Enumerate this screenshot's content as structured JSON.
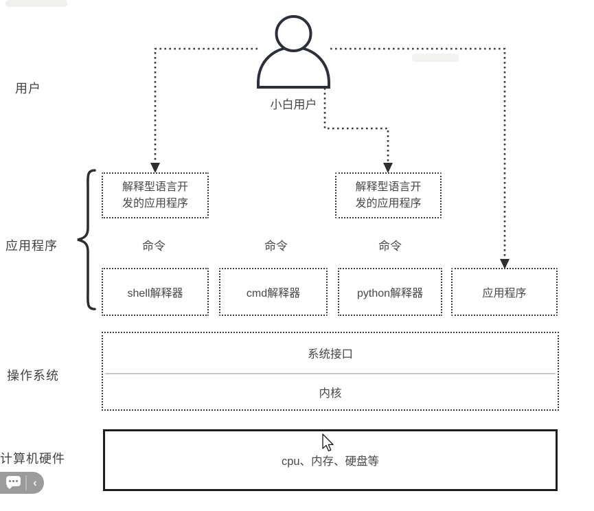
{
  "side_labels": {
    "user": "用户",
    "applications": "应用程序",
    "os": "操作系统",
    "hardware": "计算机硬件"
  },
  "user_layer": {
    "actor_label": "小白用户"
  },
  "app_layer": {
    "interpreted_app_left": "解释型语言开发的应用程序",
    "interpreted_app_right": "解释型语言开发的应用程序",
    "command_labels": [
      "命令",
      "命令",
      "命令"
    ],
    "interpreter_boxes": [
      "shell解释器",
      "cmd解释器",
      "python解释器",
      "应用程序"
    ]
  },
  "os_layer": {
    "system_interface": "系统接口",
    "kernel": "内核"
  },
  "hardware_layer": {
    "content": "cpu、内存、硬盘等"
  },
  "floating_toolbar": {
    "collapse_chevron": "‹"
  },
  "icons": {
    "actor": "person-icon",
    "toolbar_chat": "chat-bubble-icon",
    "pointer": "mouse-cursor-icon"
  },
  "colors": {
    "line": "#3a3a3a",
    "text": "#434343",
    "os_divider": "#c9c9c9",
    "hardware_border": "#1e1e1e",
    "toolbar_bg": "#9b9b9b"
  }
}
